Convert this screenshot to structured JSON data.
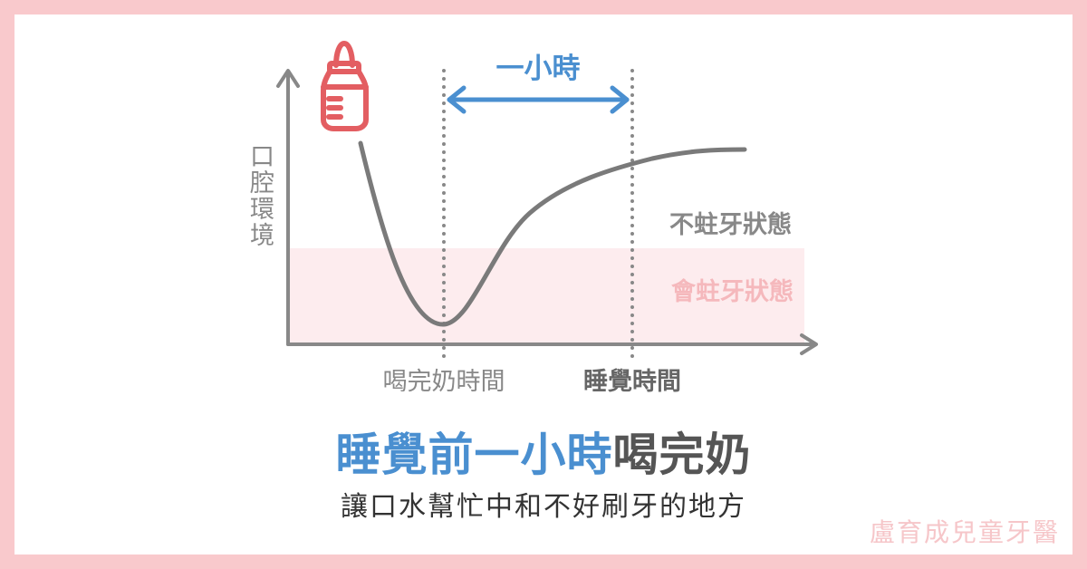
{
  "y_axis_label": "口腔環境",
  "duration_label": "一小時",
  "state_no_cavity": "不蛀牙狀態",
  "state_cavity": "會蛀牙狀態",
  "x_ticks": [
    "喝完奶時間",
    "睡覺時間"
  ],
  "headline": {
    "highlight": "睡覺前一小時",
    "rest": "喝完奶"
  },
  "subline": "讓口水幫忙中和不好刷牙的地方",
  "brand": "盧育成兒童牙醫",
  "colors": {
    "frame": "#f9c9cc",
    "accent_blue": "#4a8fd0",
    "bottle_red": "#e35e62",
    "danger_zone": "#fdecee",
    "danger_text": "#f5b8bc",
    "curve_gray": "#7a7a7a"
  },
  "icons": {
    "bottle": "baby-bottle-icon"
  }
}
